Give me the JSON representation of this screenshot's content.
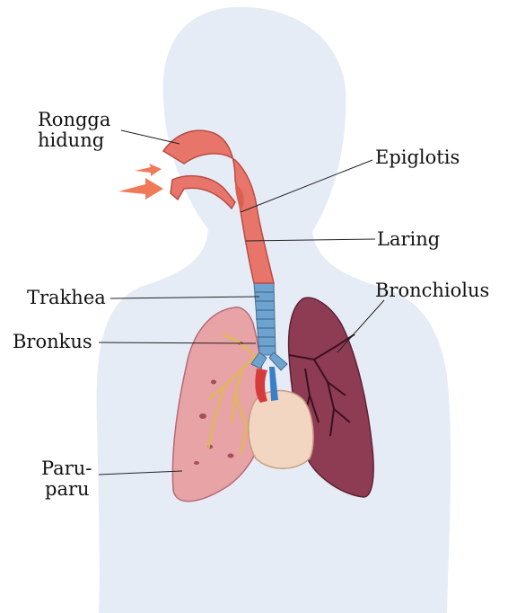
{
  "labels": {
    "rongga_line1": "Rongga",
    "rongga_line2": "hidung",
    "epiglotis": "Epiglotis",
    "laring": "Laring",
    "trakhea": "Trakhea",
    "bronchiolus": "Bronchiolus",
    "bronkus": "Bronkus",
    "paru_line1": "Paru-",
    "paru_line2": "paru"
  },
  "colors": {
    "body_silhouette": "#e6ecf6",
    "airway": "#e8756a",
    "trachea": "#6fa3cf",
    "lung_left": "#e7a3a6",
    "lung_right": "#8e3c54",
    "heart": "#f2d6c2",
    "bronchi_tree": "#e0b85a",
    "arrow": "#ef7a5a",
    "leader_line": "#222222"
  }
}
